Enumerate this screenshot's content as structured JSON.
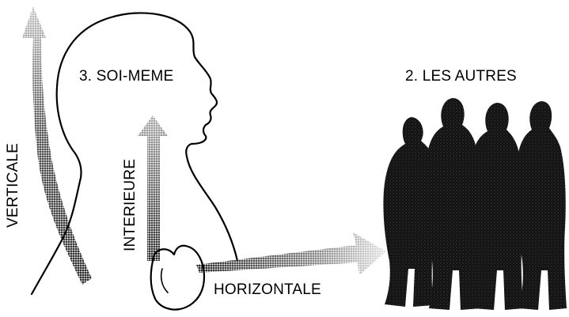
{
  "labels": {
    "self": "3. SOI-MEME",
    "others": "2. LES AUTRES",
    "vertical": "VERTICALE",
    "interior": "INTERIEURE",
    "horizontal": "HORIZONTALE"
  },
  "colors": {
    "ink": "#000000",
    "silhouette": "#151515",
    "arrow_dark": "#222222",
    "arrow_light": "#dddddd"
  }
}
